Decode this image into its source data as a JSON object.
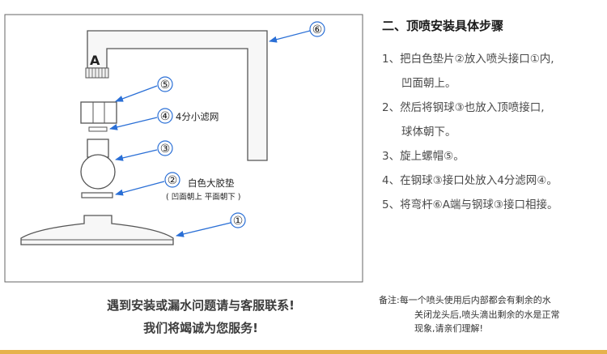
{
  "diagram": {
    "label_a": "A",
    "markers": [
      "①",
      "②",
      "③",
      "④",
      "⑤",
      "⑥"
    ],
    "filter_label": "4分小滤网",
    "gasket_label": "白色大胶垫",
    "gasket_sub": "( 凹面朝上  平面朝下 )"
  },
  "steps": {
    "title": "二、顶喷安装具体步骤",
    "items": [
      {
        "line1": "1、把白色垫片②放入喷头接口①内,",
        "line2": "凹面朝上。"
      },
      {
        "line1": "2、然后将钢球③也放入顶喷接口,",
        "line2": "球体朝下。"
      },
      {
        "line1": "3、旋上螺帽⑤。",
        "line2": ""
      },
      {
        "line1": "4、在钢球③接口处放入4分滤网④。",
        "line2": ""
      },
      {
        "line1": "5、将弯杆⑥A端与钢球③接口相接。",
        "line2": ""
      }
    ]
  },
  "contact": {
    "line1": "遇到安装或漏水问题请与客服联系!",
    "line2": "我们将竭诚为您服务!"
  },
  "note": {
    "label": "备注:",
    "line1": "每一个喷头使用后内部都会有剩余的水",
    "line2": "关闭龙头后,喷头滴出剩余的水是正常",
    "line3": "现象,请亲们理解!"
  },
  "colors": {
    "marker_blue": "#2a6fd6",
    "accent_bar": "#e6b24c",
    "panel_border": "#666666"
  }
}
